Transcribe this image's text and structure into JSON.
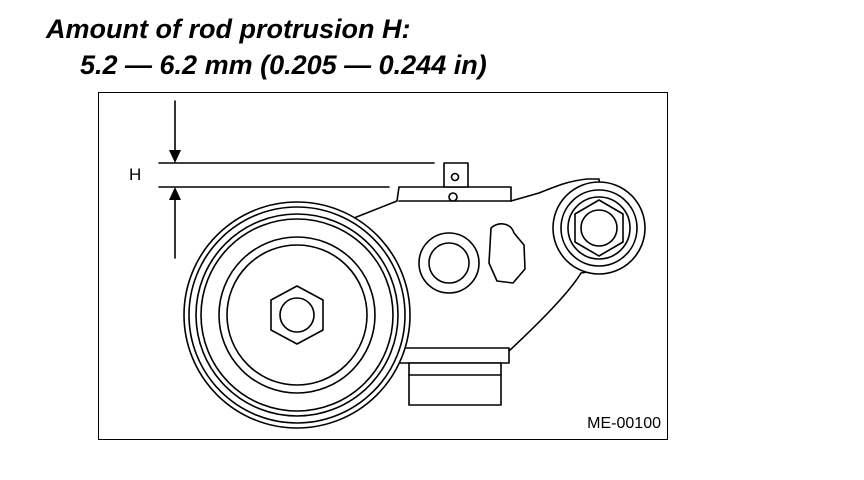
{
  "heading": {
    "line1": "Amount of rod protrusion H:",
    "line2": "5.2 — 6.2 mm (0.205 — 0.244 in)"
  },
  "figure": {
    "dimension_label": "H",
    "figure_code": "ME-00100"
  }
}
